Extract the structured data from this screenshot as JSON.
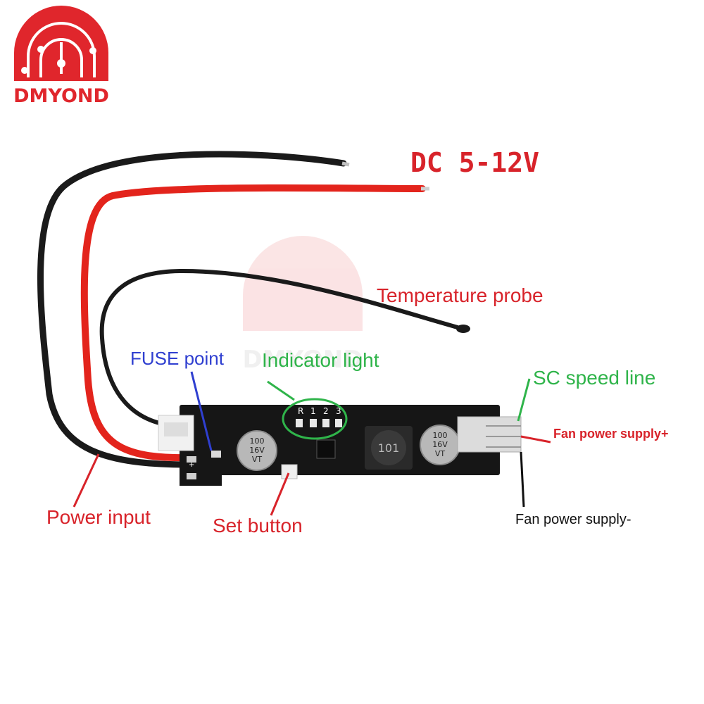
{
  "brand": {
    "name": "DMYOND",
    "watermark": "DMYOND",
    "color": "#e0262c"
  },
  "annotations": {
    "voltage": "DC  5-12V",
    "temperature_probe": "Temperature probe",
    "fuse_point": "FUSE point",
    "indicator_light": "Indicator light",
    "sc_speed_line": "SC speed line",
    "fan_power_plus": "Fan power supply+",
    "fan_power_minus": "Fan power supply-",
    "power_input": "Power input",
    "set_button": "Set button"
  },
  "board": {
    "led_labels": [
      "R",
      "1",
      "2",
      "3"
    ],
    "cap_left_text": [
      "100",
      "16V",
      "VT"
    ],
    "cap_right_text": [
      "100",
      "16V",
      "VT"
    ],
    "inductor_text": "101"
  },
  "colors": {
    "wire_red": "#e3241c",
    "wire_black": "#1a1a1a",
    "pcb": "#161616",
    "label_red": "#d8232a",
    "label_blue": "#2f3fd0",
    "label_green": "#2fb44a"
  }
}
